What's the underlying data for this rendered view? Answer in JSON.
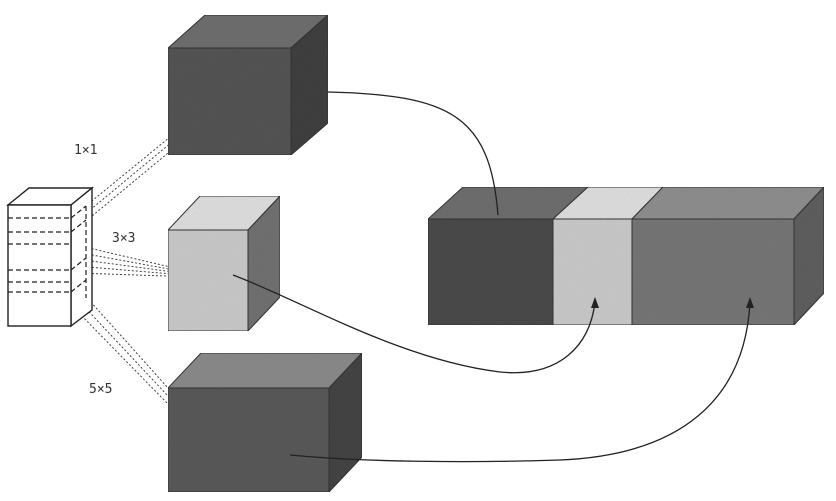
{
  "labels": {
    "k1": "1×1",
    "k3": "3×3",
    "k5": "5×5"
  },
  "colors": {
    "dark": "#545454",
    "dark_top": "#6e6e6e",
    "dark_side": "#404040",
    "mid": "#767676",
    "mid_top": "#8e8e8e",
    "mid_side": "#5e5e5e",
    "light": "#c9c9c9",
    "light_top": "#dedede",
    "light_side": "#717171",
    "line": "#222222"
  }
}
